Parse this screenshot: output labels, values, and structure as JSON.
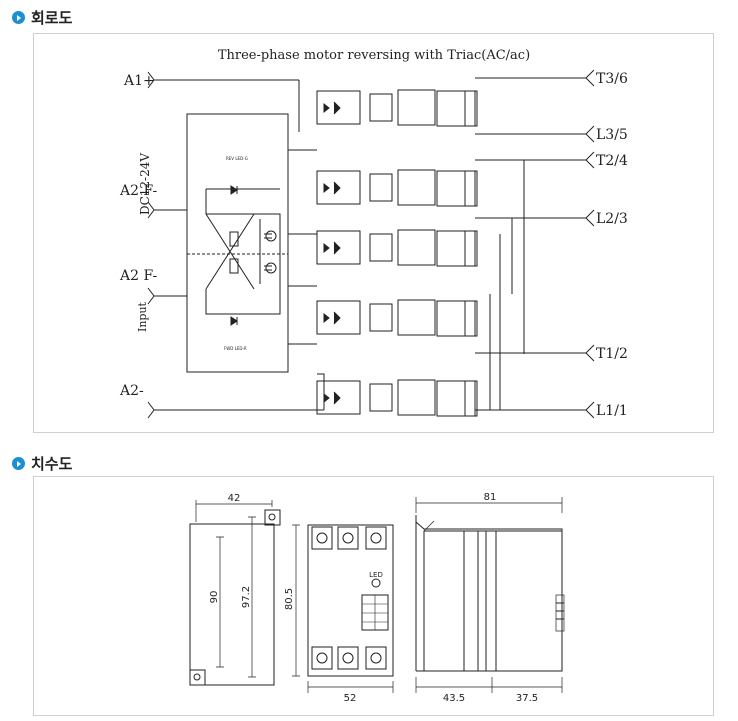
{
  "sections": {
    "circuit": {
      "heading": "회로도"
    },
    "dimensions": {
      "heading": "치수도"
    }
  },
  "circuit": {
    "title": "Three-phase motor reversing with Triac(AC/ac)",
    "inputs": {
      "a1": "A1+",
      "a2f_top": "A2 F-",
      "a2f_bottom": "A2 F-",
      "a2": "A2-"
    },
    "supply_label": "DC12-24V",
    "input_label": "Input",
    "led_rev": "REV LED-G",
    "led_fwd": "FWD LED-R",
    "outputs": [
      "T3/6",
      "L3/5",
      "T2/4",
      "L2/3",
      "T1/2",
      "L1/1"
    ]
  },
  "dimensions": {
    "front_width": "42",
    "front_inner_height": "90",
    "front_outer_height": "97.2",
    "top_height": "80.5",
    "top_width": "52",
    "led_label": "LED",
    "side_width": "81",
    "side_left": "43.5",
    "side_right": "37.5"
  }
}
